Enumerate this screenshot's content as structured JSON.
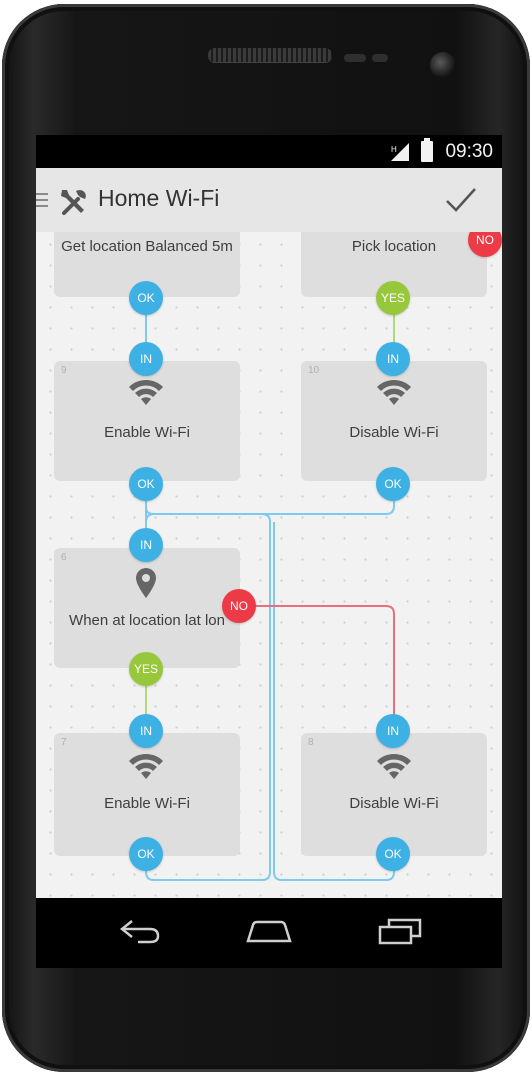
{
  "status_bar": {
    "time": "09:30"
  },
  "action_bar": {
    "title": "Home Wi-Fi"
  },
  "blocks": [
    {
      "number": "",
      "label": "Get location Balanced 5m"
    },
    {
      "number": "",
      "label": "Pick location"
    },
    {
      "number": "9",
      "label": "Enable Wi-Fi"
    },
    {
      "number": "10",
      "label": "Disable Wi-Fi"
    },
    {
      "number": "6",
      "label": "When at location lat lon"
    },
    {
      "number": "7",
      "label": "Enable Wi-Fi"
    },
    {
      "number": "8",
      "label": "Disable Wi-Fi"
    }
  ],
  "ports": {
    "ok": "OK",
    "in": "IN",
    "yes": "YES",
    "no": "NO"
  },
  "colors": {
    "ok_in": "#3db1e4",
    "yes": "#97c83c",
    "no": "#ec3a46",
    "blue_wire": "#7ccbee",
    "red_wire": "#e9707a",
    "green_wire": "#b2d87a"
  },
  "icons": {
    "drawer": "drawer-icon",
    "tools": "tools-icon",
    "confirm": "check-icon",
    "wifi": "wifi-icon",
    "location": "location-pin-icon",
    "back": "back-icon",
    "home": "home-icon",
    "recents": "recents-icon"
  }
}
